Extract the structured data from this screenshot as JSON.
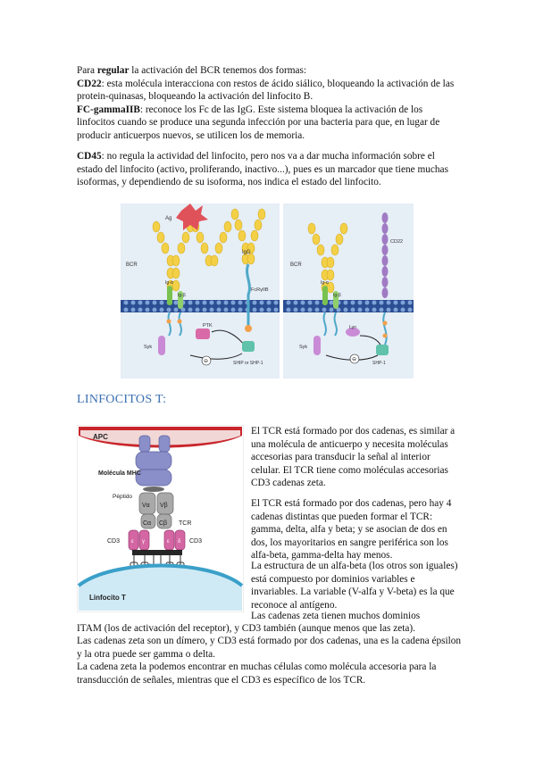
{
  "intro": {
    "line1_pre": "Para ",
    "line1_bold": "regular",
    "line1_post": " la activación del BCR tenemos dos formas:"
  },
  "cd22": {
    "term": "CD22",
    "text": ": esta molécula interacciona con restos de ácido siálico, bloqueando la activación de las protein-quinasas, bloqueando la activación del linfocito B."
  },
  "fcgamma": {
    "term": "FC-gammaIIB",
    "text": ": reconoce los Fc de las IgG. Este sistema bloquea la activación de los linfocitos cuando se produce una segunda infección por una bacteria para que, en lugar de producir anticuerpos nuevos, se utilicen los de memoria."
  },
  "cd45": {
    "term": "CD45",
    "text": ": no regula la actividad del linfocito, pero nos va a dar mucha información sobre el estado del linfocito (activo, proliferando, inactivo...), pues es un marcador que tiene muchas isoformas, y dependiendo de su isoforma, nos indica el estado del linfocito."
  },
  "figure1": {
    "labels": {
      "ag": "Ag",
      "igg": "IgG",
      "bcr_left": "BCR",
      "bcr_right": "BCR",
      "cd22": "CD22",
      "ig_alpha_left": "Ig-α",
      "ig_beta_left": "Ig-β",
      "ig_alpha_right": "Ig-α",
      "ig_beta_right": "Ig-β",
      "fcr": "FcRγIIB",
      "syk_left": "Syk",
      "syk_right": "Syk",
      "ptk": "PTK",
      "lyn": "Lyn",
      "ship_left": "SHIP or SHP-1",
      "ship_right": "SHP-1",
      "minus_left": "⊖",
      "minus_right": "⊖"
    },
    "colors": {
      "background": "#dfe9f3",
      "membrane": "#2b4e93",
      "antibody": "#f3d046",
      "antigen": "#e0525a",
      "cd22": "#a07bc4",
      "ig_alpha": "#79c24f",
      "kinase": "#c98ad6"
    }
  },
  "section": {
    "title": "LINFOCITOS T:"
  },
  "figure2": {
    "labels": {
      "apc": "APC",
      "mhc": "Molécula MHC",
      "peptide": "Péptido",
      "v_alpha": "Vα",
      "v_beta": "Vβ",
      "c_alpha": "Cα",
      "c_beta": "Cβ",
      "tcr": "TCR",
      "cd3_left": "CD3",
      "cd3_right": "CD3",
      "gamma": "γ",
      "epsilon_left": "ε",
      "epsilon_right": "ε",
      "delta": "δ",
      "zeta": "ζ",
      "linfocito": "Linfocito T"
    },
    "colors": {
      "apc": "#c8262b",
      "lymphocyte": "#3aa0c9",
      "mhc": "#8a8fc9",
      "tcr": "#a9a9a9",
      "cd3": "#d466a3"
    }
  },
  "tcr": {
    "p1": "El TCR está formado por dos cadenas, es similar a una molécula de anticuerpo y necesita moléculas accesorias para transducir la señal al interior celular. El TCR tiene como moléculas accesorias CD3 cadenas zeta.",
    "p2": "El TCR está formado por dos cadenas, pero hay 4 cadenas distintas que pueden formar el TCR: gamma, delta, alfa y beta; y se asocian de dos en dos, los mayoritarios en sangre periférica son los alfa-beta, gamma-delta hay menos.",
    "p3": "La estructura de un alfa-beta (los otros son iguales) está compuesto por dominios variables e invariables. La variable (V-alfa y V-beta) es la que reconoce al antígeno.",
    "p4a": "Las cadenas zeta tienen muchos dominios",
    "p4b": "ITAM (los de activación del receptor), y CD3 también (aunque menos que las zeta).",
    "p5": "Las cadenas zeta son un dímero, y CD3 está formado por dos cadenas, una es la cadena épsilon y la otra puede ser gamma o delta.",
    "p6": "La cadena zeta la podemos encontrar en muchas células como molécula accesoria para la transducción de señales, mientras que el CD3 es específico de los TCR."
  }
}
